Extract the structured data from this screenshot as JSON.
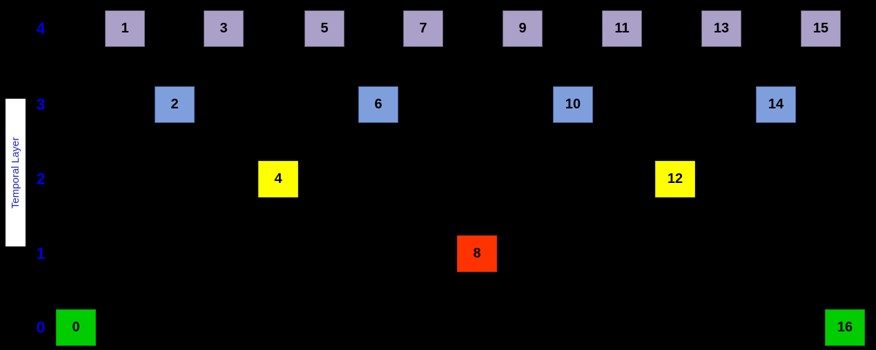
{
  "axis": {
    "label": "Temporal Layer",
    "layer_ticks": [
      "4",
      "3",
      "2",
      "1",
      "0"
    ]
  },
  "frames": [
    {
      "id": "0",
      "layer": 0
    },
    {
      "id": "1",
      "layer": 4
    },
    {
      "id": "2",
      "layer": 3
    },
    {
      "id": "3",
      "layer": 4
    },
    {
      "id": "4",
      "layer": 2
    },
    {
      "id": "5",
      "layer": 4
    },
    {
      "id": "6",
      "layer": 3
    },
    {
      "id": "7",
      "layer": 4
    },
    {
      "id": "8",
      "layer": 1
    },
    {
      "id": "9",
      "layer": 4
    },
    {
      "id": "10",
      "layer": 3
    },
    {
      "id": "11",
      "layer": 4
    },
    {
      "id": "12",
      "layer": 2
    },
    {
      "id": "13",
      "layer": 4
    },
    {
      "id": "14",
      "layer": 3
    },
    {
      "id": "15",
      "layer": 4
    },
    {
      "id": "16",
      "layer": 0
    }
  ],
  "colors": {
    "background": "#000000",
    "axis_strip": "#ffffff",
    "axis_text": "#2222cc",
    "tick_text": "#0000e6",
    "box_text": "#000000",
    "layer0_fill": "#00cc00",
    "layer0_border": "#009a00",
    "layer1_fill": "#ff3300",
    "layer1_border": "#d62b00",
    "layer2_fill": "#ffff00",
    "layer2_border": "#d6d600",
    "layer3_fill": "#7f9fdc",
    "layer3_border": "#46639f",
    "layer4_fill": "#aba0c8",
    "layer4_border": "#5f5a6e"
  }
}
